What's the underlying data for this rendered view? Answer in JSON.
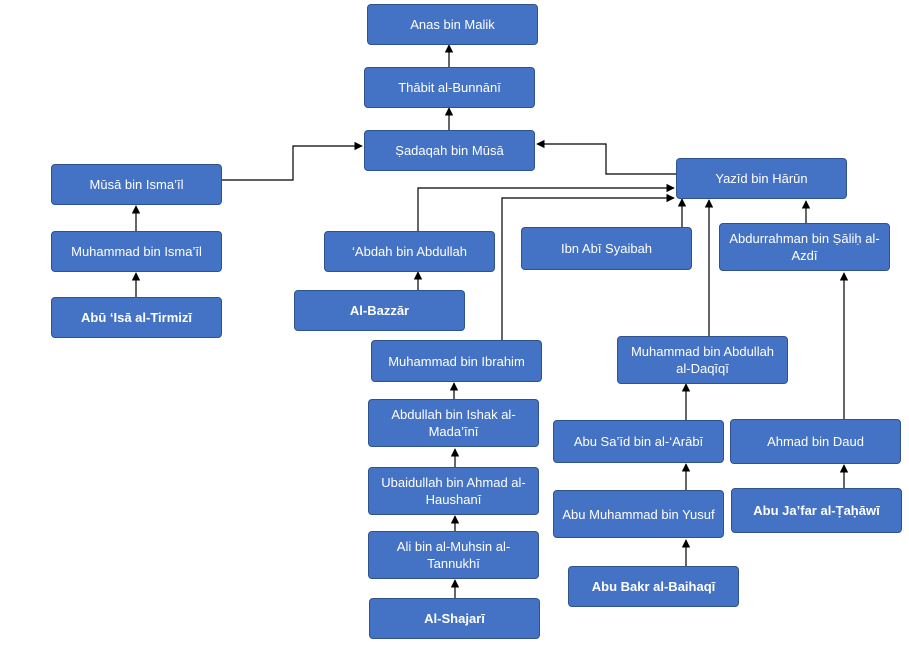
{
  "diagram": {
    "nodes": {
      "anas": "Anas bin Malik",
      "thabit": "Thābit al-Bunnānī",
      "sadaqah": "Ṣadaqah bin Mūsā",
      "musa": "Mūsā bin Isma’īl",
      "muhammad_ismail": "Muhammad bin Isma’īl",
      "tirmizi": "Abū ‘Isā al-Tirmizī",
      "yazid": "Yazīd  bin Hārūn",
      "abdah": "‘Abdah bin Abdullah",
      "bazzar": "Al-Bazzār",
      "ibn_abi": "Ibn Abī Syaibah",
      "abdurrahman": "Abdurrahman bin Ṣāliḥ al-Azdī",
      "muhammad_ibrahim": "Muhammad bin Ibrahim",
      "abdullah_ishak": "Abdullah bin Ishak al-Mada’īnī",
      "ubaidullah": "Ubaidullah bin Ahmad al-Haushanī",
      "ali_muhsin": "Ali bin al-Muhsin al-Tannukhī",
      "shajari": "Al-Shajarī",
      "muhammad_abdullah": "Muhammad bin Abdullah al-Daqīqī",
      "abu_said": "Abu Sa’īd bin al-‘Arābī",
      "abu_muhammad": "Abu Muhammad bin Yusuf",
      "baihaqi": "Abu Bakr al-Baihaqī",
      "ahmad_daud": "Ahmad bin Daud",
      "tahawi": "Abu Ja’far al-Ṭaḥāwī"
    },
    "colors": {
      "node_fill": "#4472c4",
      "node_border": "#2f528f",
      "node_text": "#ffffff",
      "connector": "#000000"
    }
  }
}
